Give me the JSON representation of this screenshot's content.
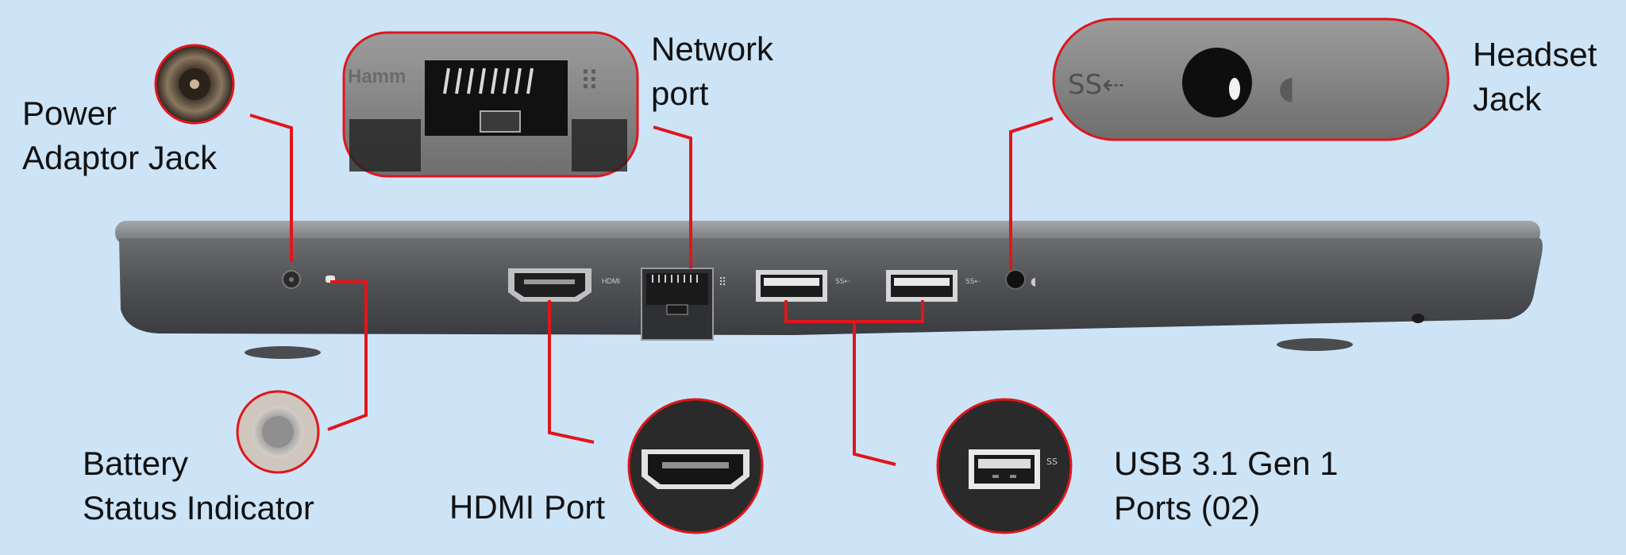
{
  "labels": {
    "power_adaptor_jack": [
      "Power",
      "Adaptor Jack"
    ],
    "network_port": [
      "Network",
      "port"
    ],
    "headset_jack": [
      "Headset",
      "Jack"
    ],
    "battery_status_indicator": [
      "Battery",
      "Status Indicator"
    ],
    "hdmi_port": [
      "HDMI Port"
    ],
    "usb_ports": [
      "USB 3.1 Gen 1",
      "Ports (02)"
    ]
  },
  "port_markings": {
    "hdmi": "HDMI",
    "usb_1": "SS⇠",
    "usb_2": "SS⇠"
  },
  "colors": {
    "background": "#cde4f7",
    "leader_line": "#e0161b",
    "laptop_body": "#5a5c60",
    "lid": "#8a8c90",
    "zoom_border": "#e0161b"
  }
}
